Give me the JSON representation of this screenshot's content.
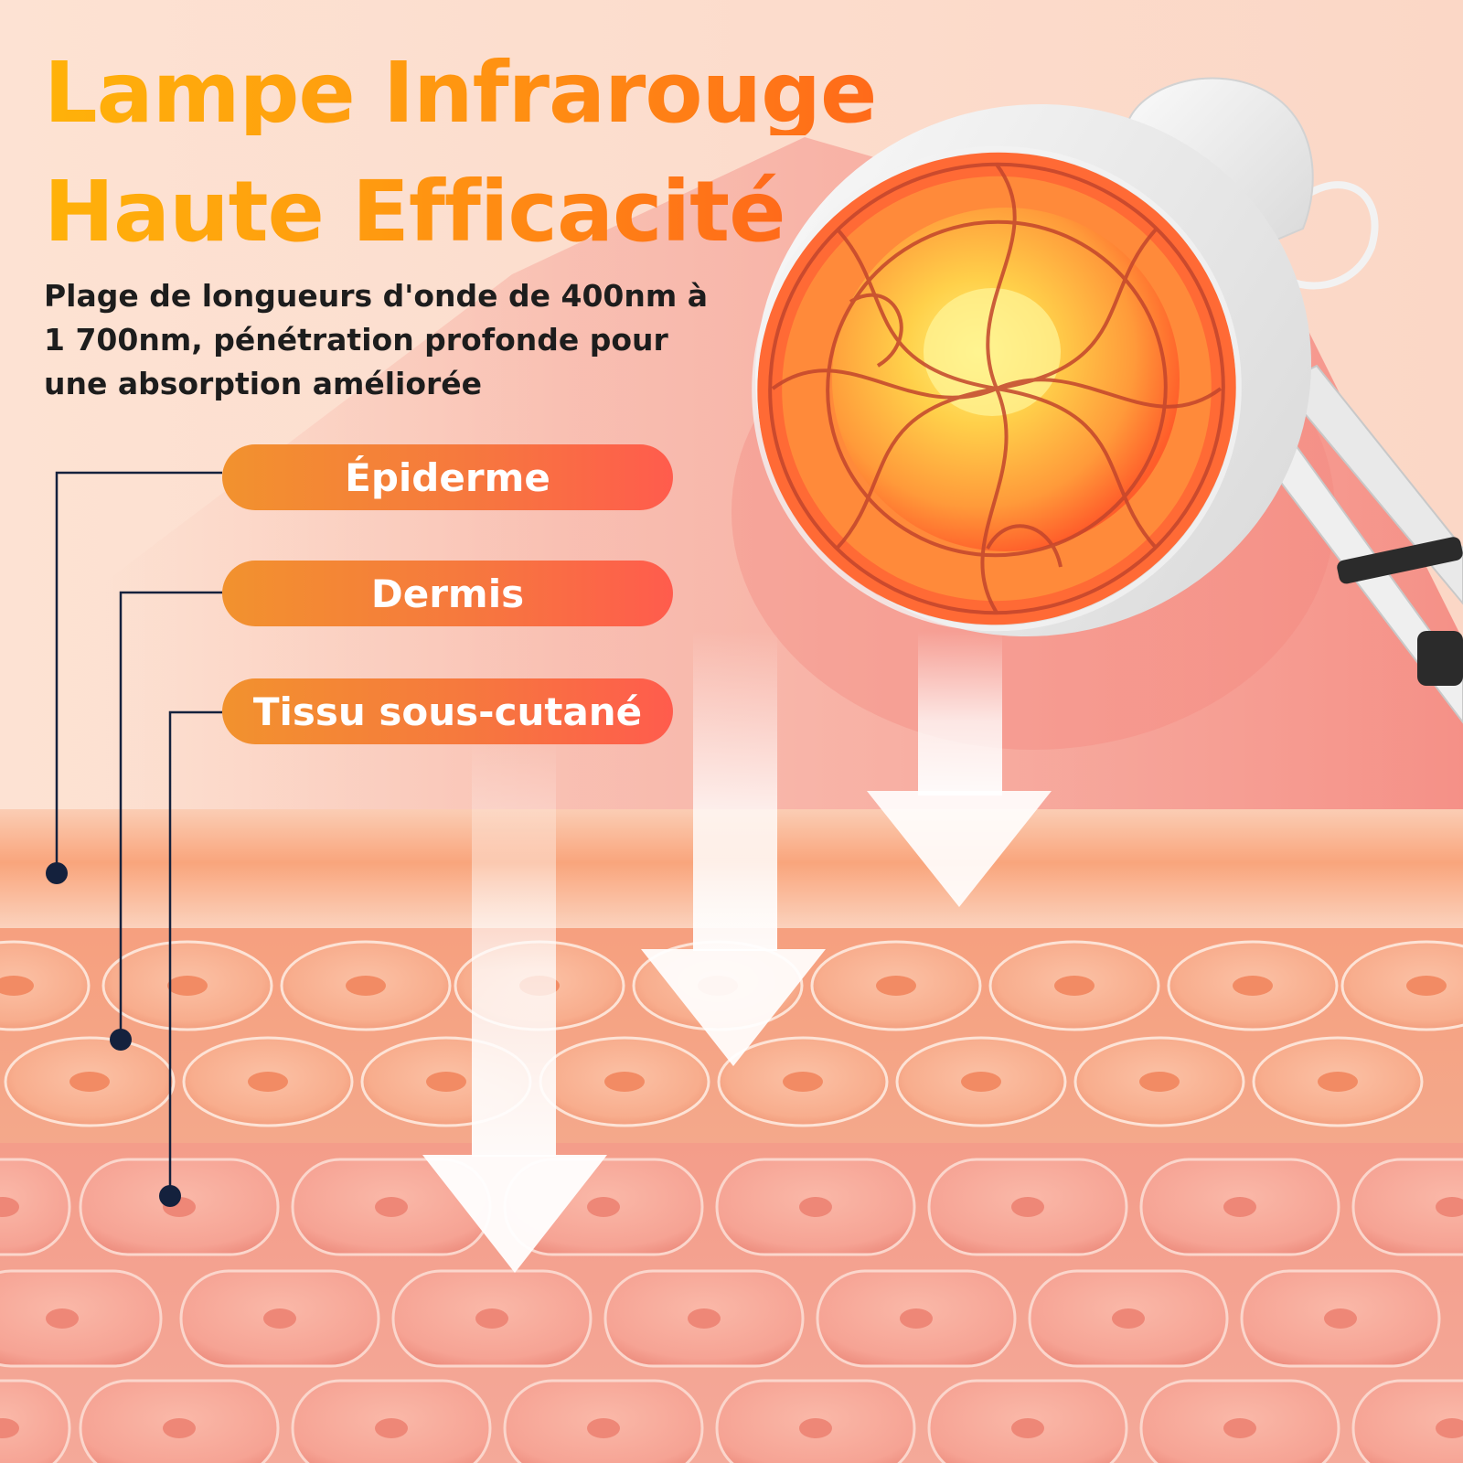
{
  "title_line_1": "Lampe Infrarouge",
  "title_line_2": "Haute Efficacité",
  "subtitle": "Plage de longueurs d'onde de 400nm à 1 700nm, pénétration profonde pour une absorption améliorée",
  "layers": [
    {
      "label": "Épiderme"
    },
    {
      "label": "Dermis"
    },
    {
      "label": "Tissu sous-cutané"
    }
  ],
  "colors": {
    "background": "#fbd9c8",
    "title_gradient_start": "#ffb20a",
    "title_gradient_end": "#ff6a1a",
    "pill_gradient_start": "#f2922e",
    "pill_gradient_end": "#ff5c4d",
    "leader_line": "#14213d",
    "epidermis": "#f9b08a",
    "dermis": "#f8a986",
    "subcutaneous": "#f7a08c",
    "lamp_glow": "#ffb43a"
  },
  "icons": [
    "infrared-lamp-icon",
    "down-arrow-icon"
  ]
}
